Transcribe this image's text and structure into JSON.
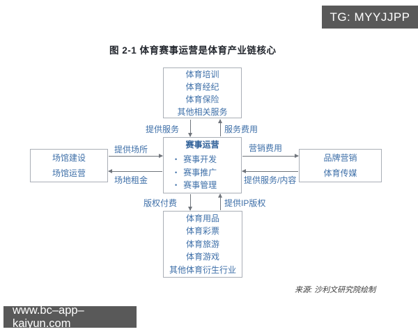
{
  "badge": {
    "text": "TG: MYYJJPP"
  },
  "watermark": {
    "text": "www.bc–app–kaiyun.com"
  },
  "figure": {
    "title": "图 2-1 体育赛事运营是体育产业链核心",
    "source": "来源: 沙利文研究院绘制"
  },
  "diagram": {
    "top_box": {
      "items": [
        "体育培训",
        "体育经纪",
        "体育保险",
        "其他相关服务"
      ]
    },
    "center_box": {
      "title": "赛事运营",
      "bullet": "•",
      "items": [
        "赛事开发",
        "赛事推广",
        "赛事管理"
      ]
    },
    "left_box": {
      "items": [
        "场馆建设",
        "场馆运营"
      ]
    },
    "right_box": {
      "items": [
        "品牌营销",
        "体育传媒"
      ]
    },
    "bottom_box": {
      "items": [
        "体育用品",
        "体育彩票",
        "体育旅游",
        "体育游戏",
        "其他体育衍生行业"
      ]
    },
    "labels": {
      "top_down": "提供服务",
      "top_up": "服务费用",
      "left_to_center": "提供场所",
      "center_to_left": "场地租金",
      "center_to_right": "营销费用",
      "right_to_center": "提供服务/内容",
      "bottom_down": "版权付费",
      "bottom_up": "提供IP版权"
    },
    "colors": {
      "box_text": "#3e6fa8",
      "box_border": "#a9aeb6",
      "arrow": "#70757c",
      "badge_bg": "#595959",
      "title_text": "#23272e"
    }
  }
}
